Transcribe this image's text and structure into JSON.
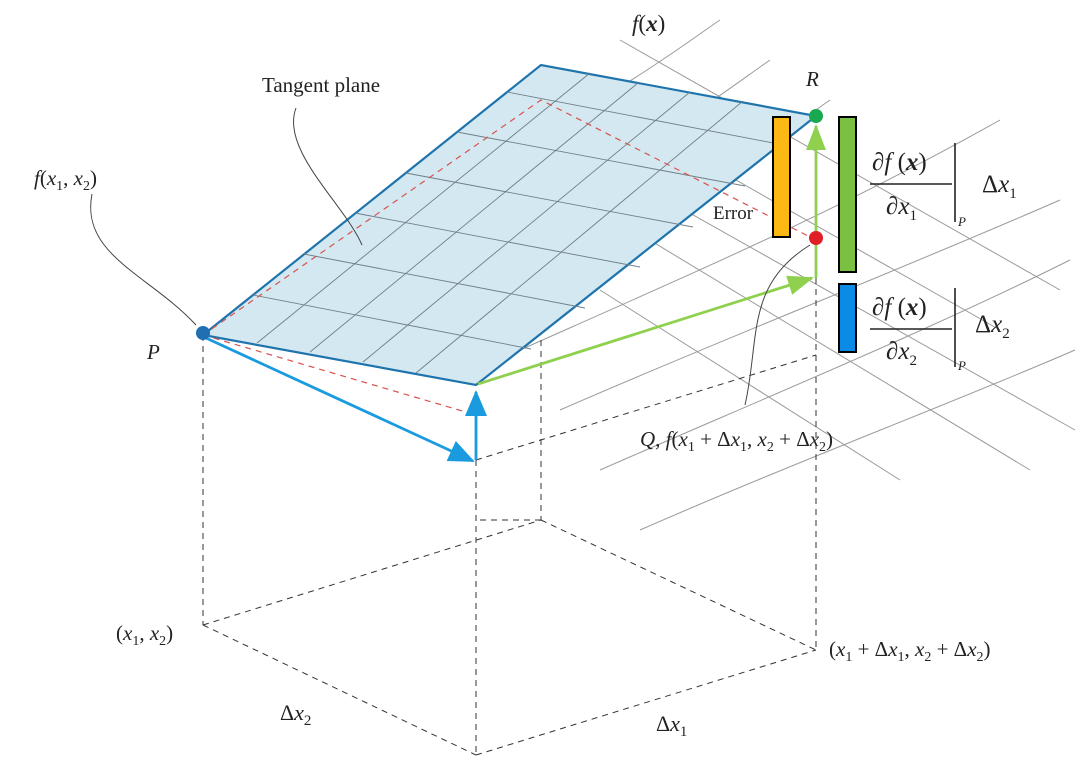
{
  "labels": {
    "fx": {
      "f": "f",
      "lp": "(",
      "x": "x",
      "rp": ")"
    },
    "tangent_plane": "Tangent plane",
    "R": "R",
    "P": "P",
    "error": "Error",
    "f_p": {
      "f": "f",
      "lp": "(",
      "x1": "x",
      "s1": "1",
      "comma": ", ",
      "x2": "x",
      "s2": "2",
      "rp": ")"
    },
    "Q": {
      "q": "Q",
      "sep": ", ",
      "f": "f",
      "lp": "(",
      "x1": "x",
      "s1": "1",
      "plus1": " + Δ",
      "dx1": "x",
      "ds1": "1",
      "comma": ", ",
      "x2": "x",
      "s2": "2",
      "plus2": " + Δ",
      "dx2": "x",
      "ds2": "2",
      "rp": ")"
    },
    "base_p": {
      "lp": "(",
      "x1": "x",
      "s1": "1",
      "comma": ", ",
      "x2": "x",
      "s2": "2",
      "rp": ")"
    },
    "base_q": {
      "lp": "(",
      "x1": "x",
      "s1": "1",
      "plus1": " + Δ",
      "dx1": "x",
      "ds1": "1",
      "comma": ", ",
      "x2": "x",
      "s2": "2",
      "plus2": " + Δ",
      "dx2": "x",
      "ds2": "2",
      "rp": ")"
    },
    "dx2_axis": {
      "delta": "Δ",
      "x": "x",
      "sub": "2"
    },
    "dx1_axis": {
      "delta": "Δ",
      "x": "x",
      "sub": "1"
    },
    "partial1": {
      "num_d": "∂",
      "num_f": "f",
      "num_lp": " (",
      "num_x": "x",
      "num_rp": ")",
      "den_d": "∂",
      "den_x": "x",
      "den_sub": "1",
      "eval": "P",
      "delta": "Δ",
      "dx": "x",
      "dsub": "1"
    },
    "partial2": {
      "num_d": "∂",
      "num_f": "f",
      "num_lp": " (",
      "num_x": "x",
      "num_rp": ")",
      "den_d": "∂",
      "den_x": "x",
      "den_sub": "2",
      "eval": "P",
      "delta": "Δ",
      "dx": "x",
      "dsub": "2"
    }
  },
  "colors": {
    "plane_fill": "#d3e8f0",
    "plane_edge": "#1f74ad",
    "blue_arrow": "#1a9be0",
    "green_arrow": "#8fd14f",
    "error_bar": "#fdb913",
    "green_bar": "#7ac143",
    "blue_bar": "#0a8be6",
    "point_P": "#1f6fb2",
    "point_R": "#1aa84f",
    "point_Q": "#e01f26"
  }
}
